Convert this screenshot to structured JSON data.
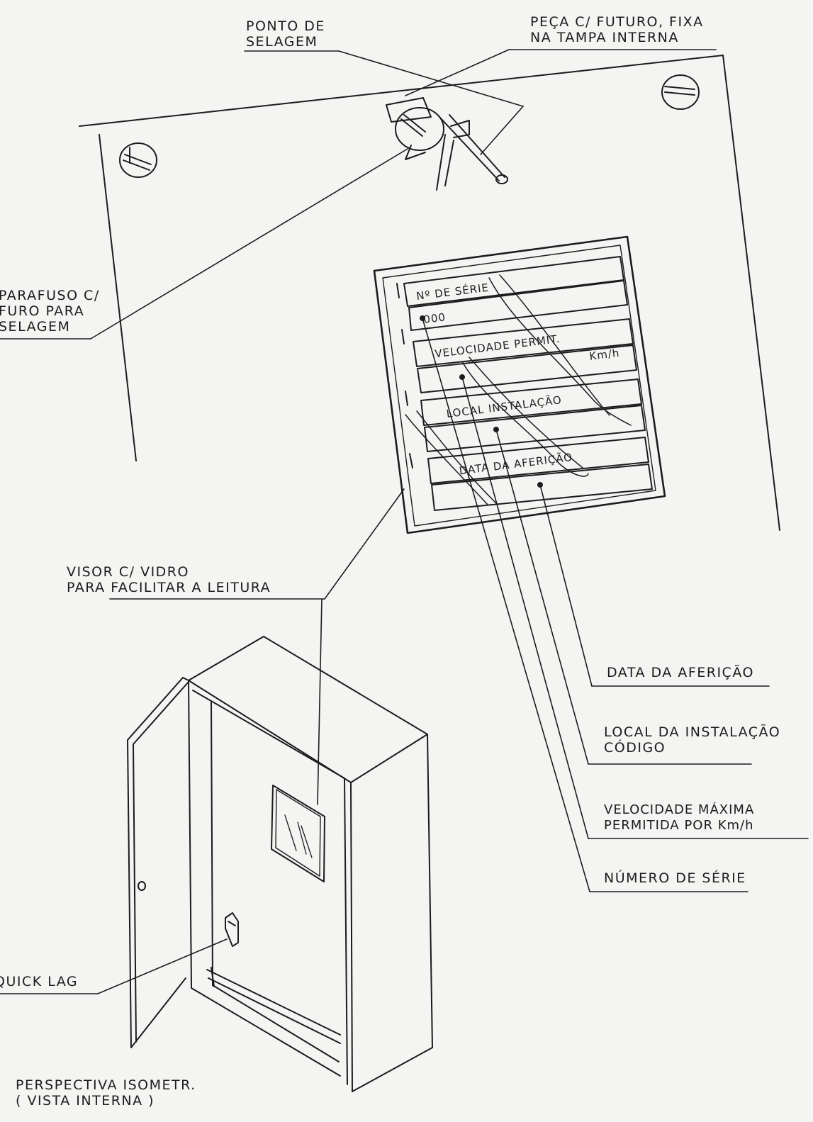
{
  "labels": {
    "ponto_selagem": [
      "PONTO DE",
      "SELAGEM"
    ],
    "peca_futuro": [
      "PEÇA C/ FUTURO, FIXA",
      "NA TAMPA INTERNA"
    ],
    "parafuso": [
      "PARAFUSO C/",
      "FURO PARA",
      "SELAGEM"
    ],
    "visor": [
      "VISOR C/ VIDRO",
      "PARA FACILITAR A LEITURA"
    ],
    "data_afericao": "DATA DA AFERIÇÃO",
    "local_instalacao": [
      "LOCAL DA INSTALAÇÃO",
      "CÓDIGO"
    ],
    "velocidade_maxima": [
      "VELOCIDADE MÁXIMA",
      "PERMITIDA POR Km/h"
    ],
    "numero_serie": "NÚMERO DE SÉRIE",
    "quick_lag": "QUICK LAG",
    "perspectiva": [
      "PERSPECTIVA ISOMETR.",
      "( VISTA INTERNA )"
    ]
  },
  "plate": {
    "rows": [
      "Nº DE SÉRIE",
      "000",
      "VELOCIDADE PERMIT.",
      "Km/h",
      "LOCAL INSTALAÇÃO",
      "DATA DA AFERIÇÃO"
    ]
  },
  "colors": {
    "ink": "#1c1c1c",
    "paper": "#f4f4f2"
  }
}
